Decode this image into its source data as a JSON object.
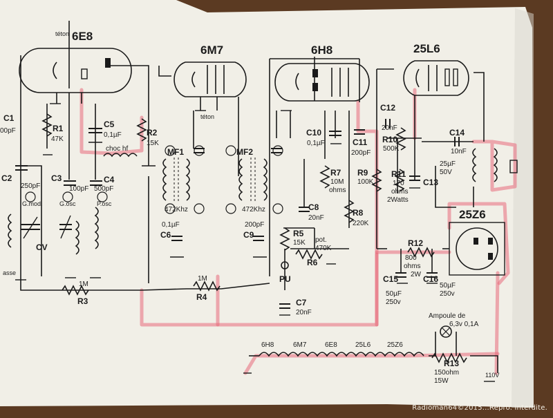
{
  "tubes": {
    "t1": "6E8",
    "t2": "6M7",
    "t3": "6H8",
    "t4": "25L6",
    "t5": "25Z6"
  },
  "components": {
    "c1": "C1",
    "c1_val": "00pF",
    "c2": "C2",
    "c2_val": "250pF",
    "c3": "C3",
    "c3_val": "100pF",
    "c4": "C4",
    "c4_val": "500pF",
    "c5": "C5",
    "c5_val": "0,1µF",
    "c6": "C6",
    "c6_val": "0,1µF",
    "c7": "C7",
    "c7_val": "20nF",
    "c8": "C8",
    "c8_val": "20nF",
    "c9": "C9",
    "c9_val": "200pF",
    "c10": "C10",
    "c10_val": "0,1µF",
    "c11": "C11",
    "c11_val": "200pF",
    "c12": "C12",
    "c12_val": "20nF",
    "c13": "C13",
    "c13_val": "25µF",
    "c13_val2": "50V",
    "c14": "C14",
    "c14_val": "10nF",
    "c15": "C15",
    "c16": "C16",
    "c15_val": "50µF",
    "c15_v": "250v",
    "c16_val": "50µF",
    "c16_v": "250v",
    "r1": "R1",
    "r1_val": "47K",
    "r2": "R2",
    "r2_val": "15K",
    "r3": "R3",
    "r3_val": "1M",
    "r4": "R4",
    "r4_val": "1M",
    "r5": "R5",
    "r5_val": "15K",
    "r6": "R6",
    "r6_pre": "pot.",
    "r6_val": "470K",
    "r7": "R7",
    "r7_val": "10M",
    "r7_unit": "ohms",
    "r8": "R8",
    "r8_val": "220K",
    "r9": "R9",
    "r9_val": "100K",
    "r10": "R10",
    "r10_val": "500K",
    "r11": "R11",
    "r11_val": "170",
    "r11_unit": "ohms",
    "r11_w": "2Watts",
    "r12": "R12",
    "r12_val": "800",
    "r12_unit": "ohms",
    "r12_w": "2W",
    "r13": "R13",
    "r13_val": "150ohm",
    "r13_w": "15W",
    "mf1": "MF1",
    "mf2": "MF2",
    "mf_freq": "472Khz",
    "choc": "choc hf",
    "cv": "CV",
    "pu": "PU",
    "lamp1": "Ampoule de",
    "lamp2": "6,3v 0,1A",
    "v110": "110V",
    "teton": "téton",
    "g_mod": "G.mod.",
    "g_osc": "G.osc",
    "p_osc": "P.osc",
    "masse": "asse"
  },
  "filament_chain": [
    "6H8",
    "6M7",
    "6E8",
    "25L6",
    "25Z6"
  ],
  "credit": "Radioman64©2015...Repro. interdite."
}
